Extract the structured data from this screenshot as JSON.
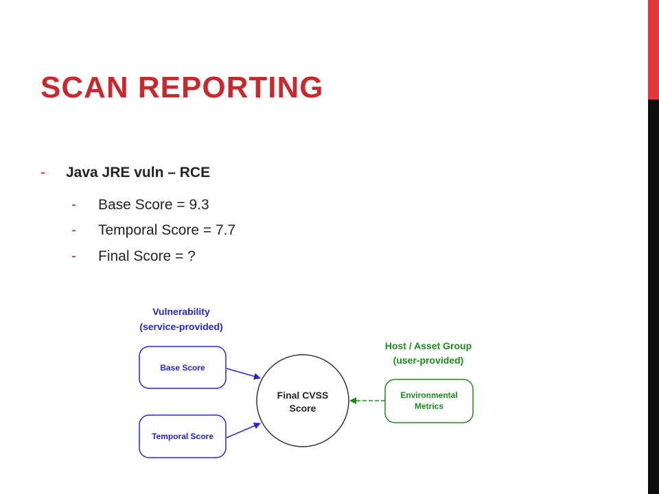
{
  "slide": {
    "title": "Scan Reporting",
    "bullets": [
      {
        "marker": "-",
        "text": "Java JRE vuln – RCE"
      },
      {
        "marker": "-",
        "text": "Base Score = 9.3"
      },
      {
        "marker": "-",
        "text": "Temporal Score = 7.7"
      },
      {
        "marker": "-",
        "text": "Final Score = ?"
      }
    ]
  },
  "diagram": {
    "left_group": {
      "line1": "Vulnerability",
      "line2": "(service-provided)"
    },
    "right_group": {
      "line1": "Host / Asset Group",
      "line2": "(user-provided)"
    },
    "base_box": "Base Score",
    "temporal_box": "Temporal Score",
    "env_box": {
      "line1": "Environmental",
      "line2": "Metrics"
    },
    "center": {
      "line1": "Final CVSS",
      "line2": "Score"
    }
  },
  "colors": {
    "accent_red": "#c8292f",
    "bar_red": "#e0393e",
    "bar_black": "#0d0d0d",
    "blue": "#2424d6",
    "green": "#1a8c1a"
  }
}
